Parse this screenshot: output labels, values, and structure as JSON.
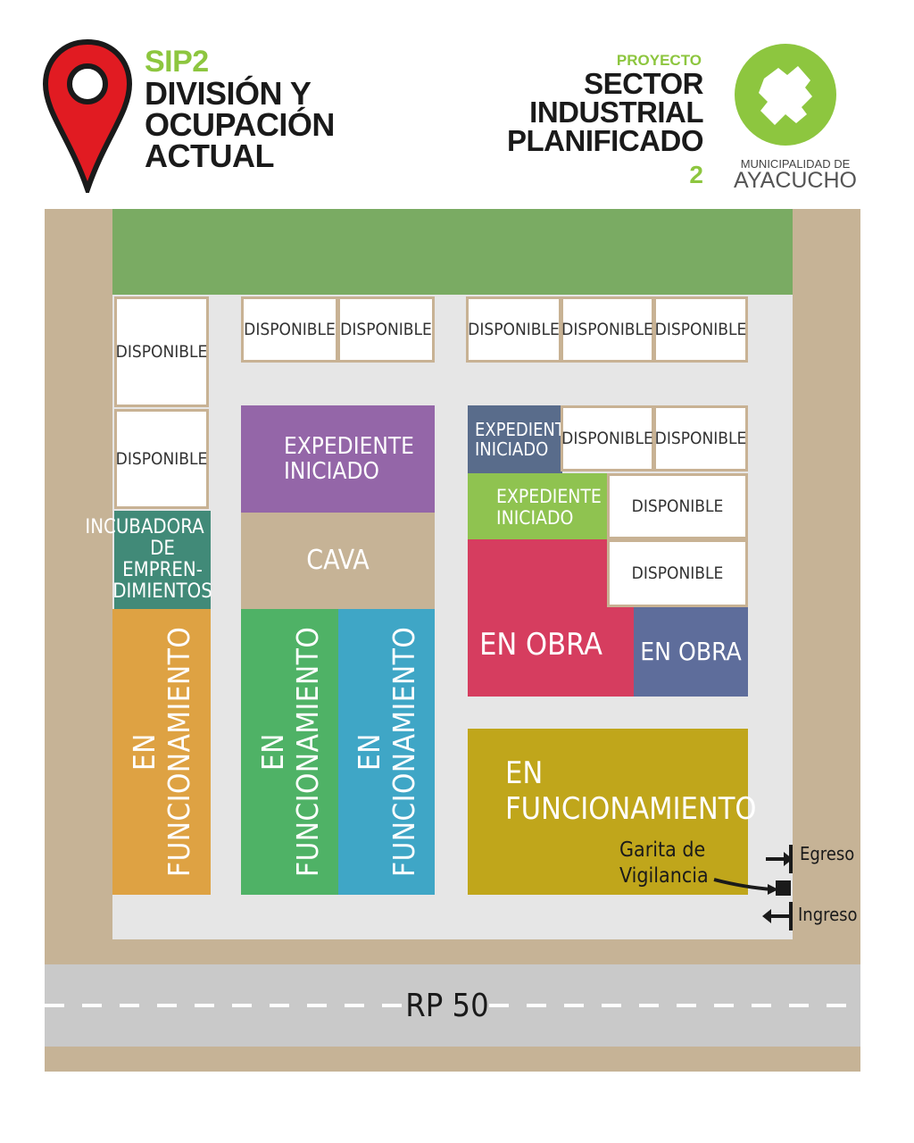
{
  "header": {
    "code": "SIP2",
    "title_lines": [
      "DIVISIÓN Y",
      "OCUPACIÓN",
      "ACTUAL"
    ],
    "pin_icon": "map-pin-icon"
  },
  "project": {
    "small_label": "PROYECTO",
    "title_lines": [
      "SECTOR",
      "INDUSTRIAL",
      "PLANIFICADO"
    ],
    "number": "2"
  },
  "municipality": {
    "line1": "MUNICIPALIDAD DE",
    "line2": "AYACUCHO",
    "logo_icon": "municipality-logo-icon"
  },
  "colors": {
    "road_border": "#c6b396",
    "green_space": "#7aab63",
    "internal_street": "#e6e6e6",
    "disponible": "#ffffff",
    "expediente_iniciado": "#9466a8",
    "cava": "#c6b396",
    "en_funcionamiento_orange": "#dea243",
    "en_funcionamiento_green": "#4fb266",
    "en_funcionamiento_blue": "#3fa6c6",
    "en_funcionamiento_olive": "#c0a61b",
    "en_obra_red": "#d63d5f",
    "en_obra_blue": "#5e6d9b",
    "incubadora": "#418a78",
    "expediente_dark": "#596c8b",
    "expediente_lightgreen": "#8fc350"
  },
  "lots": {
    "disponible_label": "DISPONIBLE",
    "expediente_iniciado_lines": [
      "EXPEDIENTE",
      "INICIADO"
    ],
    "cava": "CAVA",
    "en_funcionamiento": "EN FUNCIONAMIENTO",
    "en_funcionamiento_lines": [
      "EN",
      "FUNCIONAMIENTO"
    ],
    "en_obra": "EN OBRA",
    "incubadora_lines": [
      "INCUBADORA",
      "DE EMPREN-",
      "DIMIENTOS"
    ]
  },
  "access": {
    "garita_lines": [
      "Garita de",
      "Vigilancia"
    ],
    "egreso": "Egreso",
    "ingreso": "Ingreso"
  },
  "road": {
    "name": "RP 50"
  }
}
